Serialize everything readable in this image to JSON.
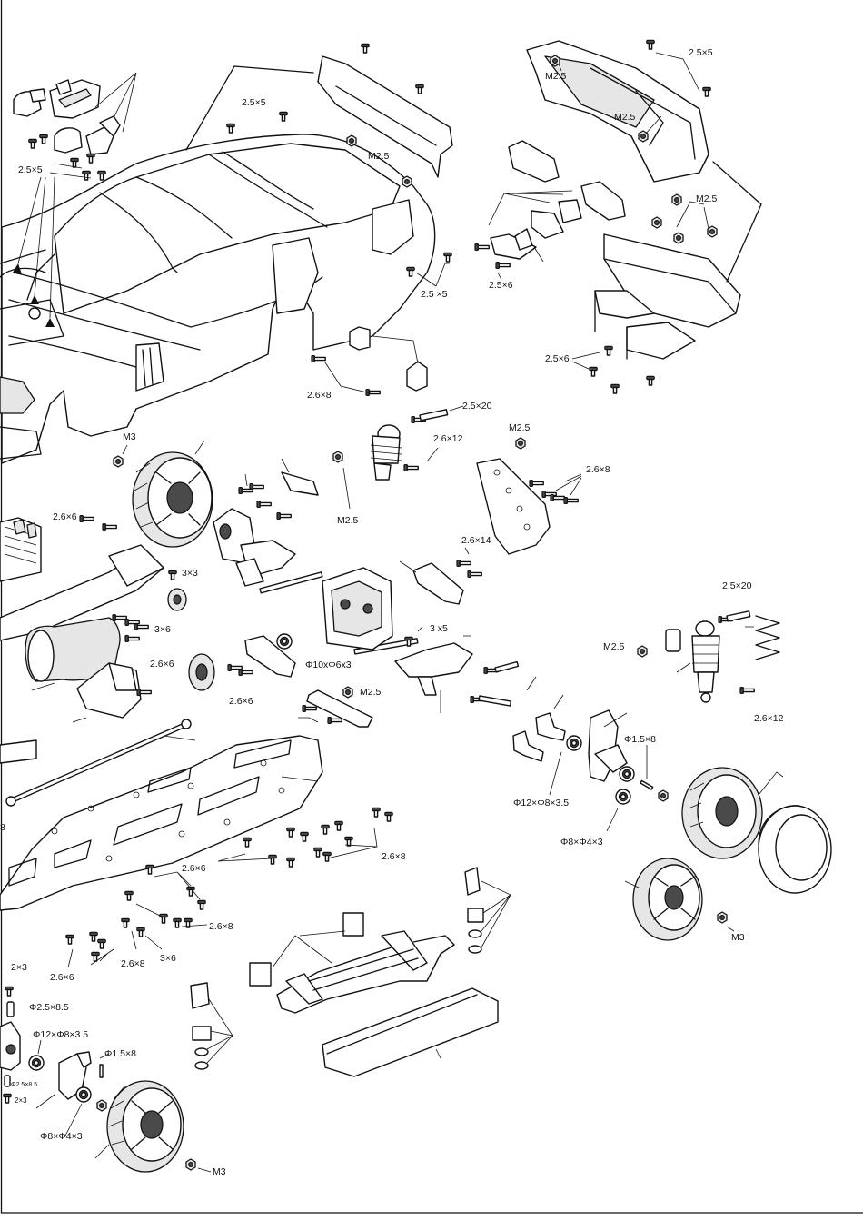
{
  "labels": {
    "screw_2_5x5_body": "2.5×5",
    "nut_m2_5_body": "M2.5",
    "screw_2_5x5_left": "2.5×5",
    "screw_2_5x5_wing": "2.5×5",
    "nut_m2_5_wing_a": "M2.5",
    "nut_m2_5_wing_b": "M2.5",
    "nut_m2_5_wing_c": "M2.5",
    "screw_2_5x5_mount": "2.5 ×5",
    "screw_2_5x6_mount": "2.5×6",
    "screw_2_5x6_plate": "2.5×6",
    "screw_2_6x8_post": "2.6×8",
    "screw_2_5x20_shock": "2.5×20",
    "screw_2_6x12_shock": "2.6×12",
    "nut_m2_5_tower": "M2.5",
    "nut_m3_wheel_front": "M3",
    "nut_m2_5_shock": "M2.5",
    "screw_2_6x8_tower": "2.6×8",
    "screw_2_6x6_motor": "2.6×6",
    "screw_3x3_pinion": "3×3",
    "screw_3x6_mount": "3×6",
    "screw_2_6x14": "2.6×14",
    "screw_2_5x20_rear": "2.5×20",
    "nut_m2_5_rear": "M2.5",
    "screw_3x5_arm": "3 x5",
    "bearing_10x6x3": "Φ10xΦ6x3",
    "screw_2_6x6_spur": "2.6×6",
    "screw_2_6x6_link": "2.6×6",
    "nut_m2_5_link": "M2.5",
    "screw_2_6x12_rear": "2.6×12",
    "pin_1_5x8_rear": "Φ1.5×8",
    "bearing_12x8x3_5_rear": "Φ12×Φ8×3.5",
    "bearing_8x4x3_rear": "Φ8×Φ4×3",
    "nut_m3_rear_wheel": "M3",
    "screw_2_6x8_chassis": "2.6×8",
    "screw_2_6x6_chassis": "2.6×6",
    "screw_2_6x8_chassis_b": "2.6×8",
    "screw_2_6x8_chassis_c": "2.6×8",
    "screw_3x6_chassis": "3×6",
    "screw_2_6x6_chassis_b": "2.6×6",
    "screw_2x3": "2×3",
    "pin_2_5x8_5": "Φ2.5×8.5",
    "bearing_12x8x3_5_front": "Φ12×Φ8×3.5",
    "pin_1_5x8_front": "Φ1.5×8",
    "pin_2_5x8_5_small": "Φ2.5×8.5",
    "screw_2x3_small": "2×3",
    "bearing_8x4x3_front": "Φ8×Φ4×3",
    "nut_m3_front_wheel": "M3",
    "edge_digit": "8"
  }
}
